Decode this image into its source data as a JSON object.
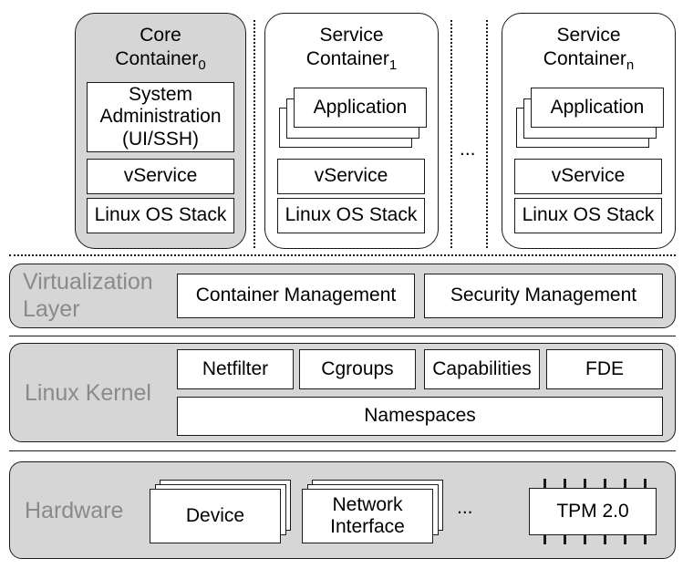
{
  "containers": {
    "core": {
      "title": "Core",
      "title2": "Container",
      "sub": "0",
      "sysadmin": "System Administration (UI/SSH)",
      "vservice": "vService",
      "linux": "Linux OS Stack"
    },
    "service1": {
      "title": "Service",
      "title2": "Container",
      "sub": "1",
      "app": "Application",
      "vservice": "vService",
      "linux": "Linux OS Stack"
    },
    "servicen": {
      "title": "Service",
      "title2": "Container",
      "sub": "n",
      "app": "Application",
      "vservice": "vService",
      "linux": "Linux OS Stack"
    },
    "ellipsis": "..."
  },
  "virtualization": {
    "label_line1": "Virtualization",
    "label_line2": "Layer",
    "container_mgmt": "Container Management",
    "security_mgmt": "Security Management"
  },
  "kernel": {
    "label": "Linux Kernel",
    "netfilter": "Netfilter",
    "cgroups": "Cgroups",
    "capabilities": "Capabilities",
    "fde": "FDE",
    "namespaces": "Namespaces"
  },
  "hardware": {
    "label": "Hardware",
    "device": "Device",
    "network_line1": "Network",
    "network_line2": "Interface",
    "ellipsis": "...",
    "tpm": "TPM 2.0"
  }
}
